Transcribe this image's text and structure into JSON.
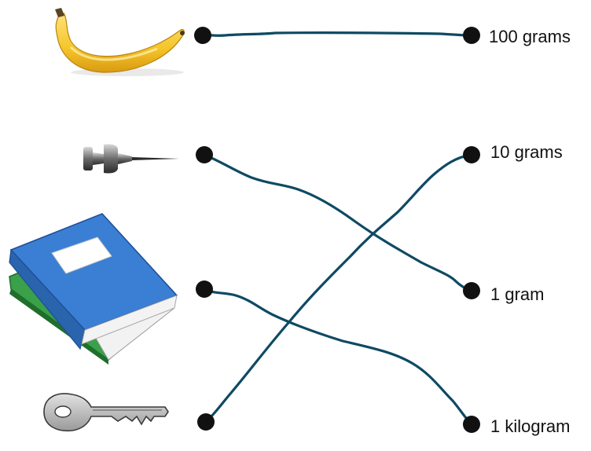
{
  "objects": [
    {
      "id": "banana",
      "icon": "banana-icon"
    },
    {
      "id": "pushpin",
      "icon": "pushpin-icon"
    },
    {
      "id": "books",
      "icon": "books-icon"
    },
    {
      "id": "key",
      "icon": "key-icon"
    }
  ],
  "weights": [
    {
      "id": "w100g",
      "label": "100 grams"
    },
    {
      "id": "w10g",
      "label": "10 grams"
    },
    {
      "id": "w1g",
      "label": "1 gram"
    },
    {
      "id": "w1kg",
      "label": "1 kilogram"
    }
  ],
  "matches": [
    {
      "object": "banana",
      "weight": "100 grams"
    },
    {
      "object": "pushpin",
      "weight": "1 gram"
    },
    {
      "object": "books",
      "weight": "1 kilogram"
    },
    {
      "object": "key",
      "weight": "10 grams"
    }
  ],
  "colors": {
    "line": "#0e4a63",
    "dot": "#111111",
    "text": "#111111"
  }
}
